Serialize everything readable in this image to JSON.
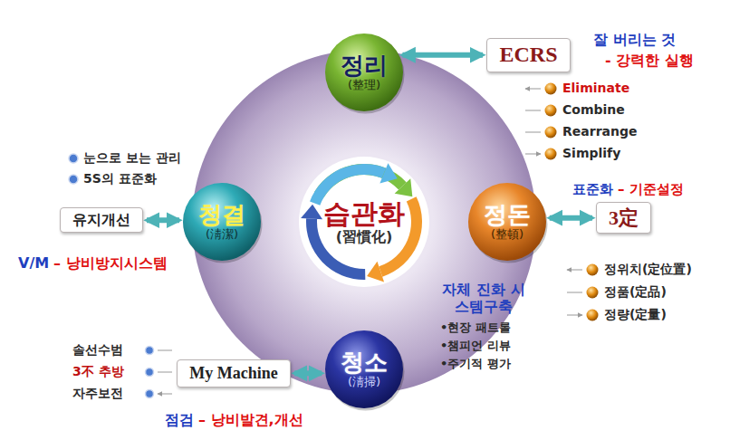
{
  "diagram": {
    "nodes": [
      {
        "text": [
          "습관화",
          "(習慣化)"
        ]
      },
      {
        "text": [
          "정리",
          "(整理)"
        ]
      },
      {
        "text": [
          "ECRS"
        ]
      },
      {
        "text": [
          "정돈",
          "(整頓)"
        ]
      },
      {
        "text": [
          "3定"
        ]
      },
      {
        "text": [
          "청소",
          "(淸掃)"
        ]
      },
      {
        "text": [
          "My Machine"
        ]
      },
      {
        "text": [
          "청결",
          "(淸潔)"
        ]
      },
      {
        "text": [
          "유지개선"
        ]
      }
    ],
    "edges": [
      {
        "from": 1,
        "to": 2,
        "arrow": "both"
      },
      {
        "from": 3,
        "to": 4,
        "arrow": "both"
      },
      {
        "from": 5,
        "to": 6,
        "arrow": "both"
      },
      {
        "from": 7,
        "to": 8,
        "arrow": "both"
      }
    ],
    "labels": [
      "잘 버리는 것",
      "- 강력한 실행",
      "Eliminate",
      "Combine",
      "Rearrange",
      "Simplify",
      "표준화",
      "– 기준설정",
      "정위치(定位置)",
      "정품(定品)",
      "정량(定量)",
      "자체 진화 시스템구축",
      "•현장 패트롤",
      "•챔피언 리뷰",
      "•주기적 평가",
      "솔선수범",
      "3不 추방",
      "자주보전",
      "점검",
      "– 낭비발견,개선",
      "눈으로 보는 관리",
      "5S의 표준화",
      "V/M",
      "– 낭비방지시스템"
    ]
  }
}
